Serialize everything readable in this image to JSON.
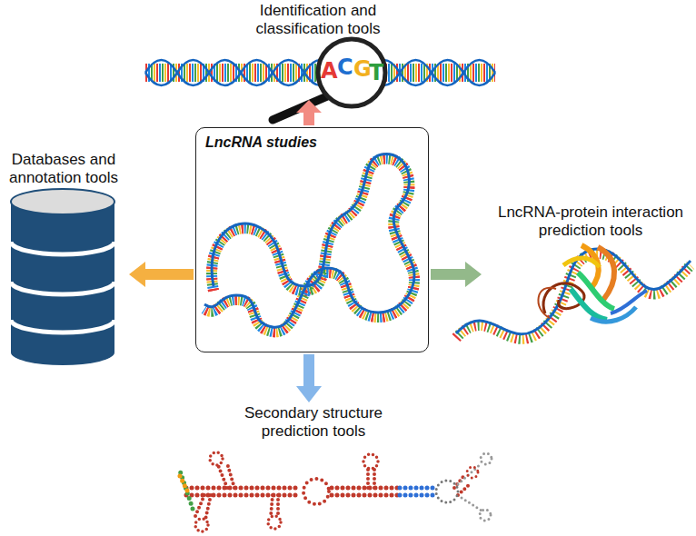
{
  "diagram": {
    "nodes": [
      {
        "text": [
          "LncRNA studies"
        ]
      },
      {
        "text": [
          "Identification and classification tools"
        ]
      },
      {
        "text": [
          "Databases and annotation tools"
        ]
      },
      {
        "text": [
          "LncRNA-protein interaction prediction tools"
        ]
      },
      {
        "text": [
          "Secondary structure prediction tools"
        ]
      }
    ],
    "edges": [
      {
        "from": 0,
        "to": 1,
        "arrow": "to"
      },
      {
        "from": 0,
        "to": 2,
        "arrow": "to"
      },
      {
        "from": 0,
        "to": 3,
        "arrow": "to"
      },
      {
        "from": 0,
        "to": 4,
        "arrow": "to"
      }
    ],
    "labels": [
      "A",
      "C",
      "G",
      "T"
    ]
  }
}
